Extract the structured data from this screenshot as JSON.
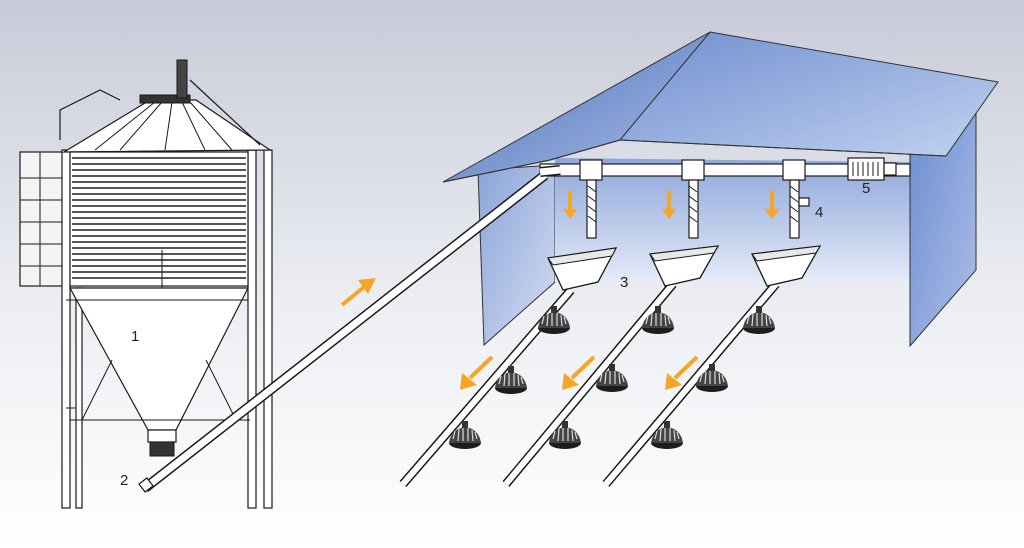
{
  "labels": {
    "silo": "1",
    "boot_auger": "2",
    "hopper": "3",
    "sensor": "4",
    "motor": "5"
  },
  "colors": {
    "background_top": "#c9cbd9",
    "background_bottom": "#ffffff",
    "roof": "#5d7fc0",
    "wall": "#8aa3d8",
    "arrow": "#f5a623",
    "line": "#1a1a1a",
    "pipe": "#ffffff"
  },
  "icons": {
    "flow_arrow": "flow-arrow-icon",
    "feeder_pan": "feeder-pan-icon",
    "motor": "motor-icon"
  }
}
